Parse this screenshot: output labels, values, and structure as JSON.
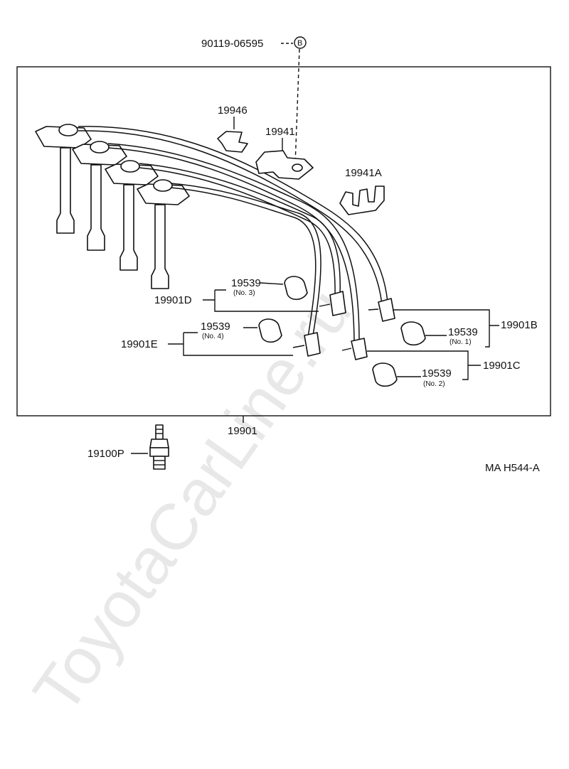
{
  "watermark": "ToyotaCarLine.ru",
  "diagram_code": "MA H544-A",
  "bolt": {
    "part_no": "90119-06595",
    "marker": "B"
  },
  "assembly": {
    "part_no": "19901"
  },
  "spark_plug": {
    "part_no": "19100P"
  },
  "clamps": {
    "c1": "19946",
    "c2": "19941",
    "c3": "19941A"
  },
  "wires": {
    "d": {
      "part_no": "19901D",
      "holder": "19539",
      "holder_no": "(No. 3)"
    },
    "e": {
      "part_no": "19901E",
      "holder": "19539",
      "holder_no": "(No. 4)"
    },
    "b": {
      "part_no": "19901B",
      "holder": "19539",
      "holder_no": "(No. 1)"
    },
    "c": {
      "part_no": "19901C",
      "holder": "19539",
      "holder_no": "(No. 2)"
    }
  }
}
